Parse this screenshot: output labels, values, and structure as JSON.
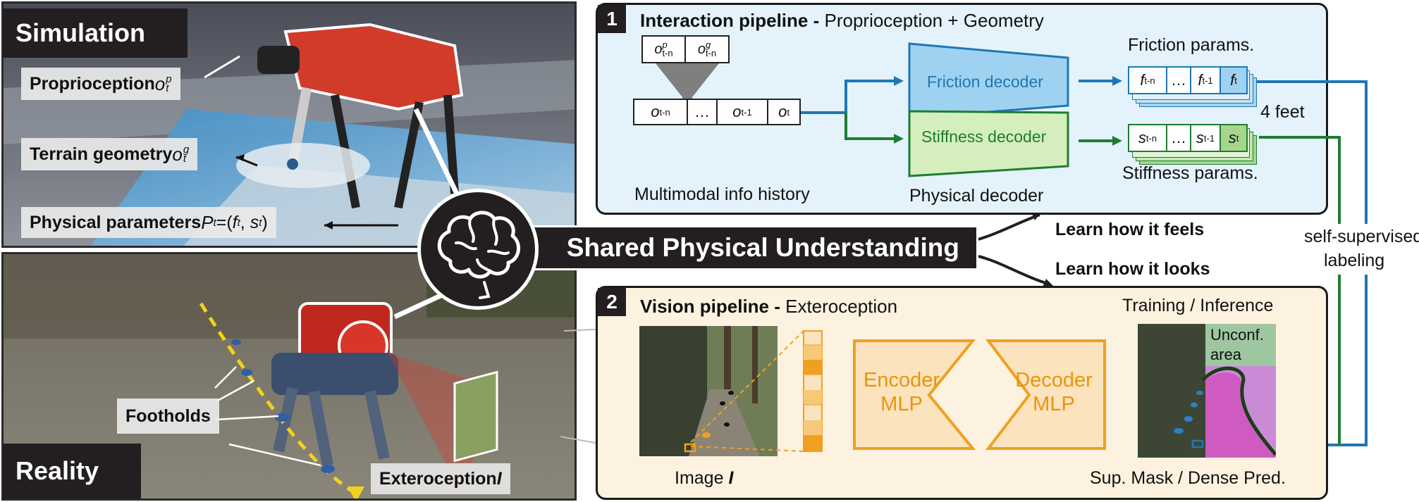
{
  "left": {
    "sim_label": "Simulation",
    "reality_label": "Reality",
    "proprio_text": "Proprioception ",
    "proprio_sym": "o",
    "proprio_sub": "t",
    "proprio_sup": "p",
    "terrain_text": "Terrain geometry ",
    "terrain_sym": "o",
    "terrain_sub": "t",
    "terrain_sup": "g",
    "phys_text": "Physical parameters ",
    "phys_sym": "P",
    "phys_sub": "t",
    "phys_eq": "=(",
    "phys_f": "f",
    "phys_f_sub": "t",
    "phys_comma": ", ",
    "phys_s": "s",
    "phys_s_sub": "t",
    "phys_close": ")",
    "footholds": "Footholds",
    "extero_text": "Exteroception ",
    "extero_sym": "I"
  },
  "center": {
    "shared": "Shared Physical Understanding",
    "feels": "Learn how it feels",
    "looks": "Learn how it looks"
  },
  "panel1": {
    "num": "1",
    "title_bold": "Interaction pipeline - ",
    "title_rest": "Proprioception + Geometry",
    "hist_o": "o",
    "hist_tn": "t-n",
    "hist_dots": "…",
    "hist_t1": "t-1",
    "hist_t": "t",
    "stack_p": "p",
    "stack_g": "g",
    "multimodal": "Multimodal info history",
    "friction_decoder": "Friction decoder",
    "stiffness_decoder": "Stiffness decoder",
    "physical_decoder": "Physical decoder",
    "friction_params": "Friction params.",
    "stiffness_params": "Stiffness params.",
    "feet": "4 feet",
    "f": "f",
    "s": "s"
  },
  "right": {
    "self_supervised": "self-supervised",
    "labeling": "labeling"
  },
  "panel2": {
    "num": "2",
    "title_bold": "Vision pipeline - ",
    "title_rest": "Exteroception",
    "image_label": "Image ",
    "image_sym": "I",
    "encoder": "Encoder",
    "decoder": "Decoder",
    "mlp": "MLP",
    "training": "Training / Inference",
    "unconf1": "Unconf.",
    "unconf2": "area",
    "sup_mask": "Sup. Mask / Dense Pred."
  },
  "colors": {
    "panel1_bg": "#e4f3fb",
    "panel2_bg": "#fdf2df",
    "friction": "#1f77b4",
    "stiffness": "#1e7d32",
    "orange": "#f0a020"
  }
}
